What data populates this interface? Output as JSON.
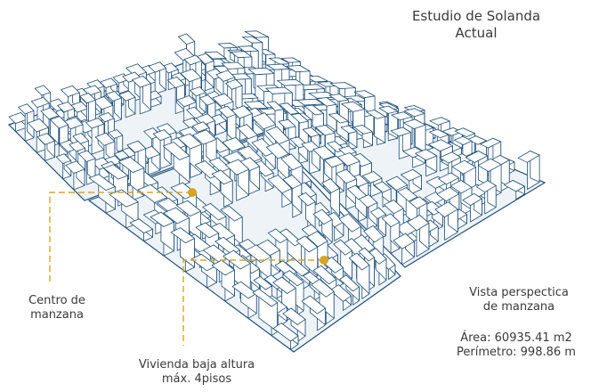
{
  "title": {
    "line1": "Estudio de Solanda",
    "line2": "Actual"
  },
  "annotations": {
    "centro": {
      "line1": "Centro de",
      "line2": "manzana"
    },
    "vivienda": {
      "line1": "Vivienda baja altura",
      "line2": "máx. 4pisos"
    },
    "vista": {
      "line1": "Vista perspectica",
      "line2": "de manzana"
    },
    "area": "Área: 60935.41 m2",
    "perimetro": "Perímetro: 998.86 m"
  },
  "colors": {
    "outline": "#1f4f7a",
    "building_fill": "#ffffff",
    "block_fill": "#eef3f8",
    "callout": "#d9a520",
    "text": "#3a3a3a"
  }
}
